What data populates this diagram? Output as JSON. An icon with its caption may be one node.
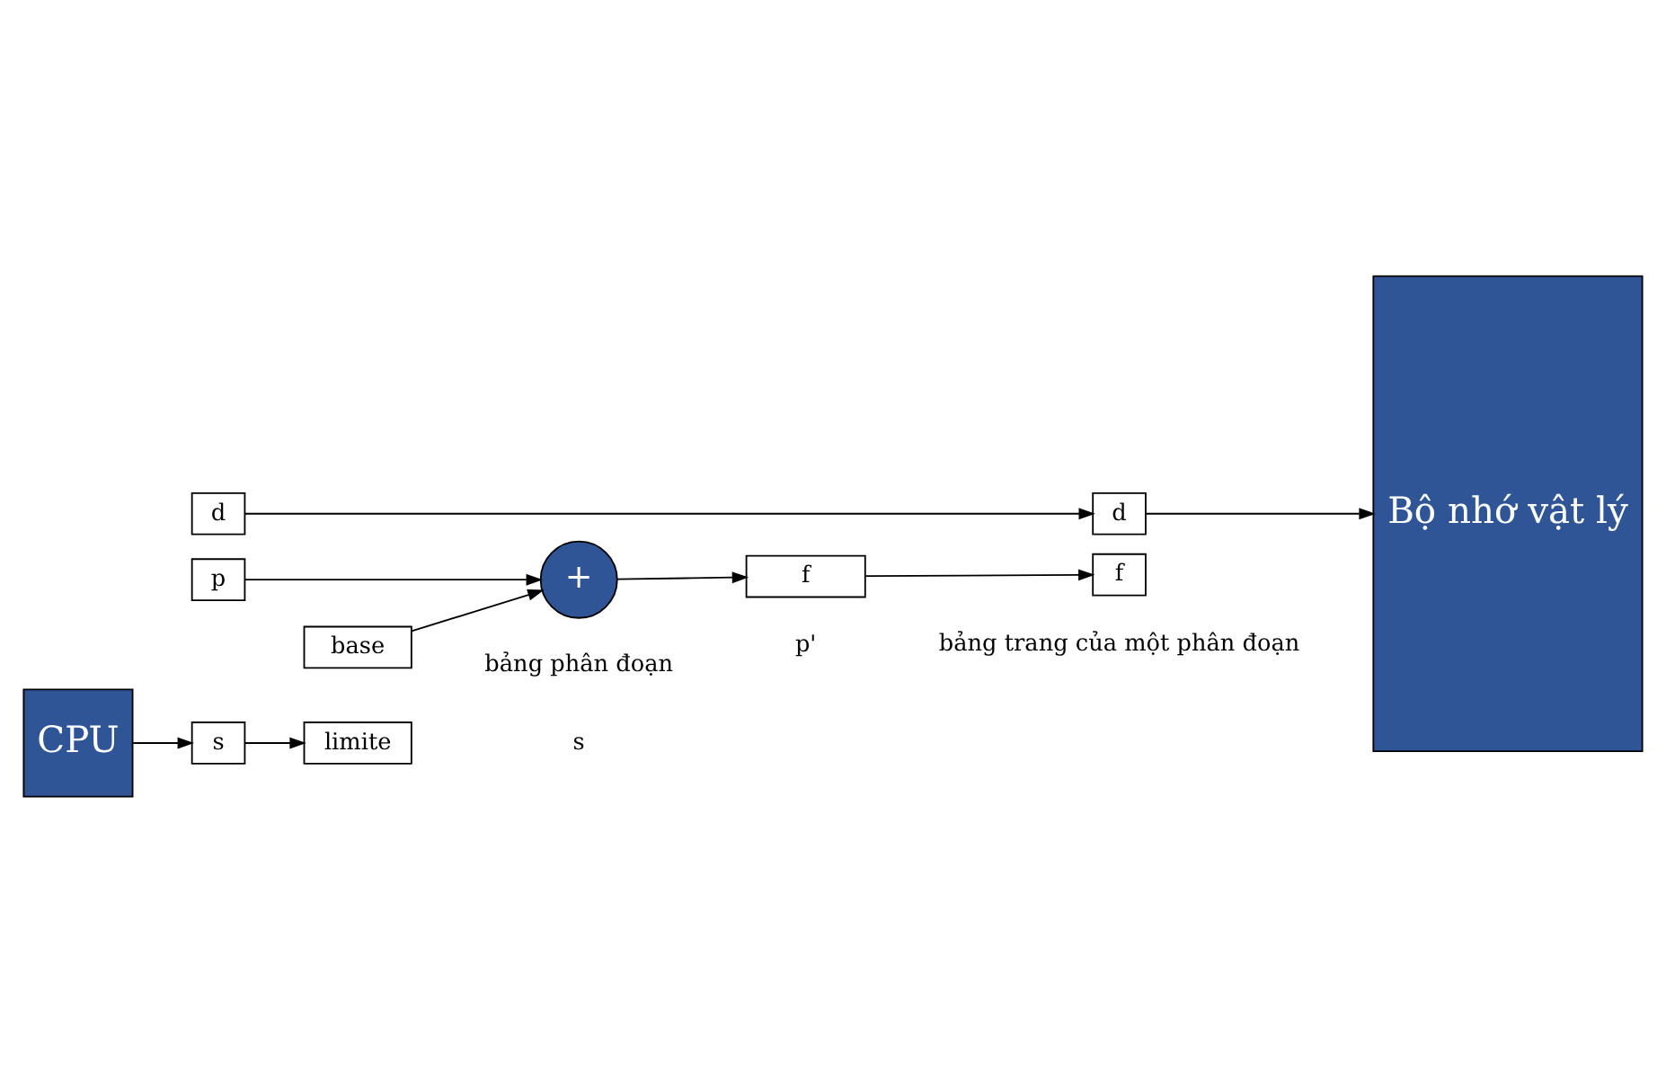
{
  "diagram": {
    "nodes": [
      {
        "text": [
          "CPU"
        ]
      },
      {
        "text": [
          "s"
        ]
      },
      {
        "text": [
          "p"
        ]
      },
      {
        "text": [
          "d"
        ]
      },
      {
        "text": [
          "limite"
        ]
      },
      {
        "text": [
          "base"
        ]
      },
      {
        "text": [
          "+"
        ]
      },
      {
        "text": [
          "f"
        ]
      },
      {
        "text": [
          "f"
        ]
      },
      {
        "text": [
          "d"
        ]
      },
      {
        "text": [
          "Bộ nhớ vật lý"
        ]
      }
    ],
    "edges": [
      {
        "from": 0,
        "to": 1,
        "arrow": "to"
      },
      {
        "from": 1,
        "to": 4,
        "arrow": "to"
      },
      {
        "from": 5,
        "to": 6,
        "arrow": "to"
      },
      {
        "from": 2,
        "to": 6,
        "arrow": "to"
      },
      {
        "from": 6,
        "to": 7,
        "arrow": "to"
      },
      {
        "from": 7,
        "to": 8,
        "arrow": "to"
      },
      {
        "from": 3,
        "to": 9,
        "arrow": "to"
      },
      {
        "from": 9,
        "to": 10,
        "arrow": "to"
      }
    ],
    "labels": [
      "s",
      "bảng phân đoạn",
      "p'",
      "bảng trang của một phân đoạn"
    ]
  }
}
